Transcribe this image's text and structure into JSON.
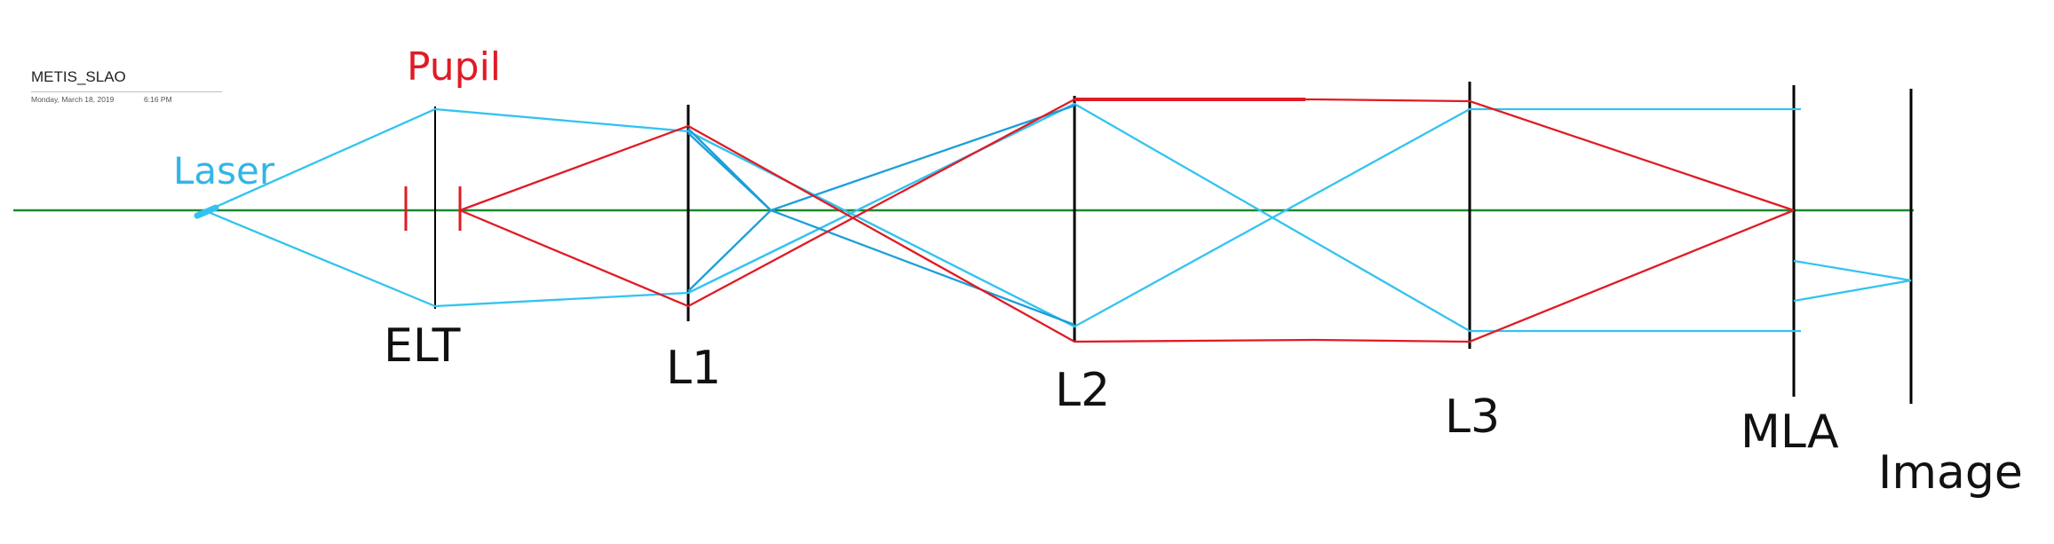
{
  "page": {
    "title": "METIS_SLAO",
    "date": "Monday, March 18, 2019",
    "time": "6:16 PM"
  },
  "labels": {
    "pupil": "Pupil",
    "laser": "Laser",
    "elt": "ELT",
    "l1": "L1",
    "l2": "L2",
    "l3": "L3",
    "mla": "MLA",
    "image": "Image"
  },
  "colors": {
    "laser_ray": "#33c3f0",
    "laser_ray_dark": "#1a9fd8",
    "pupil_ray": "#e01b24",
    "optical_axis": "#1a8a2e",
    "element": "#000000",
    "pupil_label": "#e01b24",
    "laser_label": "#33b5e5"
  }
}
